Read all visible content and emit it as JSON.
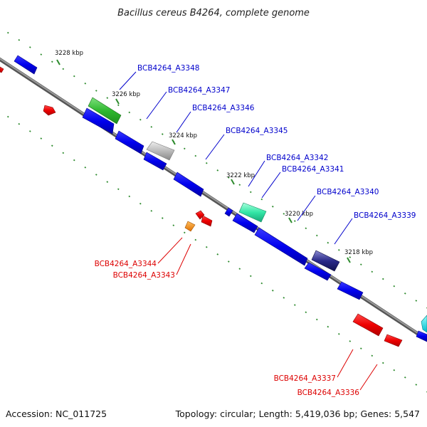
{
  "title": "Bacillus cereus B4264, complete genome",
  "footer": {
    "accession": "Accession: NC_011725",
    "summary": "Topology: circular; Length: 5,419,036 bp; Genes: 5,547"
  },
  "colors": {
    "forward_label": "#0000cc",
    "reverse_label": "#dd0000",
    "backbone": "#7a7a7a",
    "tick_dots": "#2e8b2e"
  },
  "ticks": [
    {
      "label": "3228 kbp"
    },
    {
      "label": "3226 kbp"
    },
    {
      "label": "3224 kbp"
    },
    {
      "label": "3222 kbp"
    },
    {
      "label": "3220 kbp"
    },
    {
      "label": "3218 kbp"
    }
  ],
  "forward_genes": [
    {
      "label": "BCB4264_A3348"
    },
    {
      "label": "BCB4264_A3347"
    },
    {
      "label": "BCB4264_A3346"
    },
    {
      "label": "BCB4264_A3345"
    },
    {
      "label": "BCB4264_A3342"
    },
    {
      "label": "BCB4264_A3341"
    },
    {
      "label": "BCB4264_A3340"
    },
    {
      "label": "BCB4264_A3339"
    }
  ],
  "reverse_genes": [
    {
      "label": "BCB4264_A3344"
    },
    {
      "label": "BCB4264_A3343"
    },
    {
      "label": "BCB4264_A3337"
    },
    {
      "label": "BCB4264_A3336"
    }
  ]
}
